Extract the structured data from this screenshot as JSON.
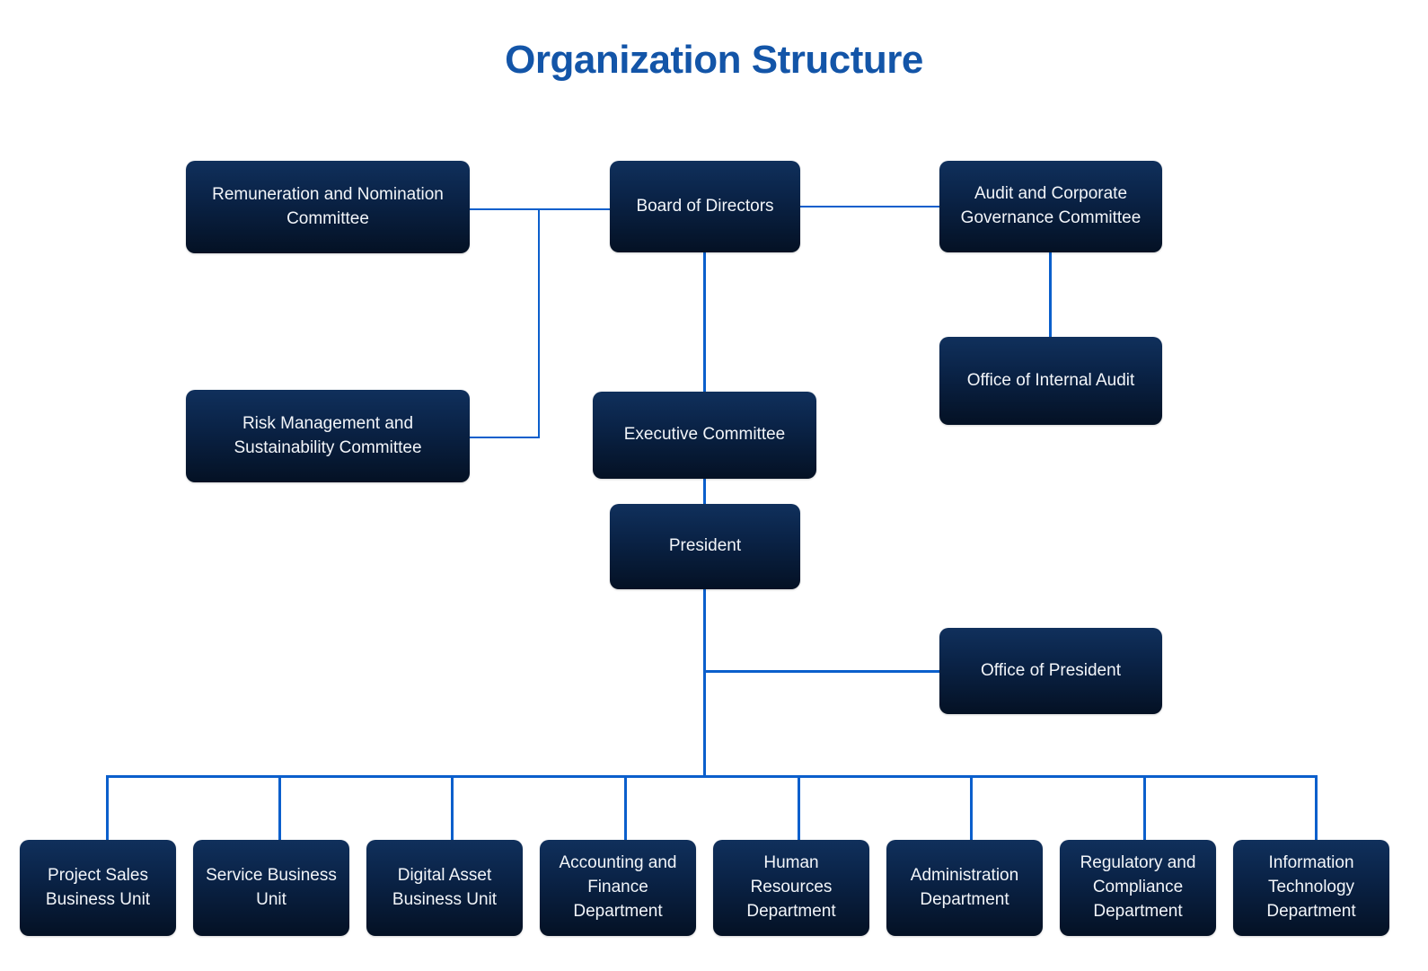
{
  "page": {
    "title": "Organization Structure",
    "title_color": "#1355a8",
    "background": "#ffffff",
    "connector_color": "#0b5fcc",
    "node_gradient_top": "#10305c",
    "node_gradient_bottom": "#041124",
    "node_text_color": "#f2f5f9"
  },
  "nodes": {
    "remuneration_committee": "Remuneration and Nomination Committee",
    "board_of_directors": "Board of Directors",
    "audit_committee": "Audit and Corporate Governance Committee",
    "office_internal_audit": "Office of Internal Audit",
    "risk_committee": "Risk Management and Sustainability Committee",
    "executive_committee": "Executive Committee",
    "president": "President",
    "office_of_president": "Office of President"
  },
  "departments": [
    {
      "name": "project-sales-business-unit",
      "label": "Project Sales Business Unit"
    },
    {
      "name": "service-business-unit",
      "label": "Service Business Unit"
    },
    {
      "name": "digital-asset-business-unit",
      "label": "Digital Asset Business Unit"
    },
    {
      "name": "accounting-and-finance-department",
      "label": "Accounting and Finance Department"
    },
    {
      "name": "human-resources-department",
      "label": "Human Resources Department"
    },
    {
      "name": "administration-department",
      "label": "Administration Department"
    },
    {
      "name": "regulatory-and-compliance-department",
      "label": "Regulatory and Compliance Department"
    },
    {
      "name": "information-technology-department",
      "label": "Information Technology Department"
    }
  ]
}
